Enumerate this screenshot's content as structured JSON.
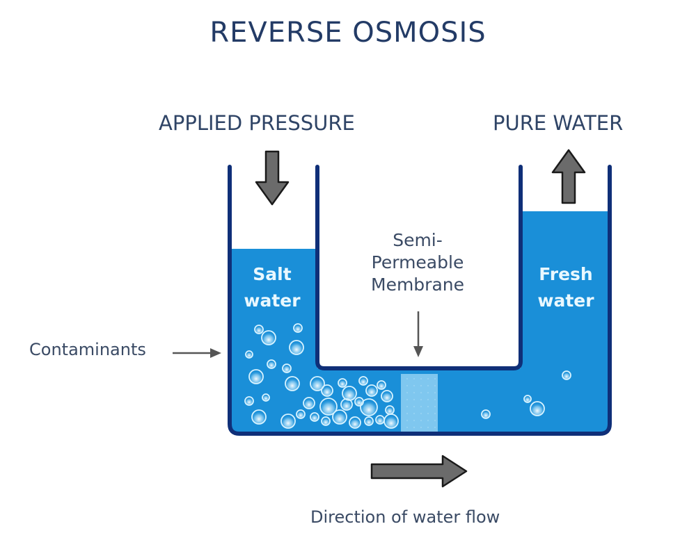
{
  "title": "REVERSE OSMOSIS",
  "labels": {
    "applied_pressure": "APPLIED PRESSURE",
    "pure_water": "PURE WATER",
    "membrane": [
      "Semi-",
      "Permeable",
      "Membrane"
    ],
    "contaminants": "Contaminants",
    "direction": "Direction of water flow"
  },
  "chambers": {
    "left": {
      "label": [
        "Salt",
        "water"
      ]
    },
    "right": {
      "label": [
        "Fresh",
        "water"
      ]
    }
  },
  "colors": {
    "water": "#1a8fd8",
    "wall": "#0f2f78",
    "membrane": "#7fc7ef",
    "arrow_fill": "#6b6b6b",
    "arrow_stroke": "#1a1a1a",
    "bubble": "#d8f3ff",
    "text": "#2f4466"
  }
}
